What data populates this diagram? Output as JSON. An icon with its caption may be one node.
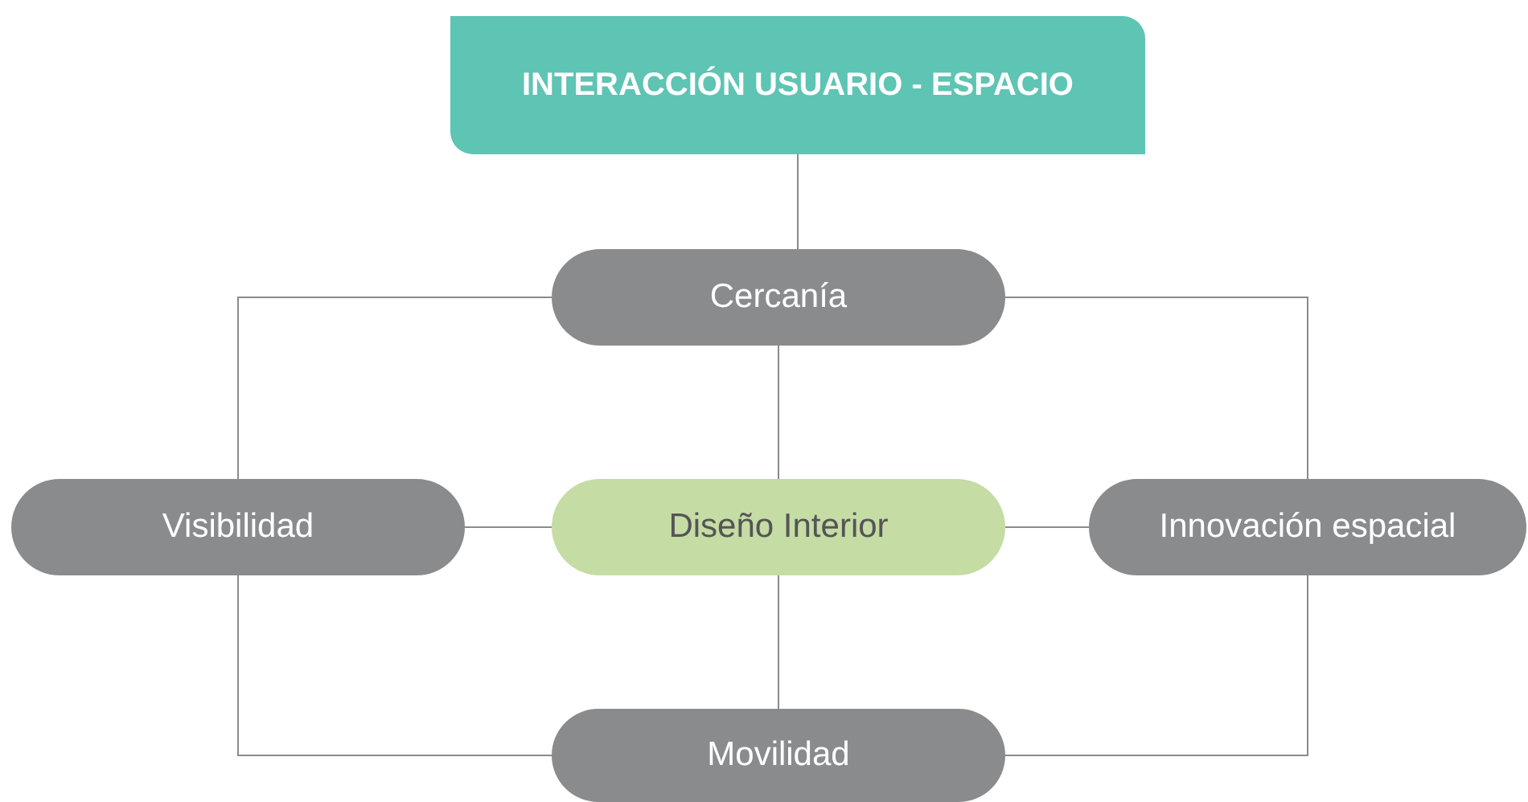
{
  "diagram": {
    "nodes": [
      {
        "text": [
          "INTERACCIÓN USUARIO - ESPACIO"
        ]
      },
      {
        "text": [
          "Cercanía"
        ]
      },
      {
        "text": [
          "Visibilidad"
        ]
      },
      {
        "text": [
          "Diseño Interior"
        ]
      },
      {
        "text": [
          "Innovación espacial"
        ]
      },
      {
        "text": [
          "Movilidad"
        ]
      }
    ],
    "edges": [
      {
        "from": 0,
        "to": 1,
        "arrow": "none"
      },
      {
        "from": 1,
        "to": 2,
        "arrow": "none"
      },
      {
        "from": 1,
        "to": 4,
        "arrow": "none"
      },
      {
        "from": 1,
        "to": 3,
        "arrow": "none"
      },
      {
        "from": 2,
        "to": 3,
        "arrow": "none"
      },
      {
        "from": 3,
        "to": 4,
        "arrow": "none"
      },
      {
        "from": 3,
        "to": 5,
        "arrow": "none"
      },
      {
        "from": 2,
        "to": 5,
        "arrow": "none"
      },
      {
        "from": 4,
        "to": 5,
        "arrow": "none"
      }
    ]
  }
}
